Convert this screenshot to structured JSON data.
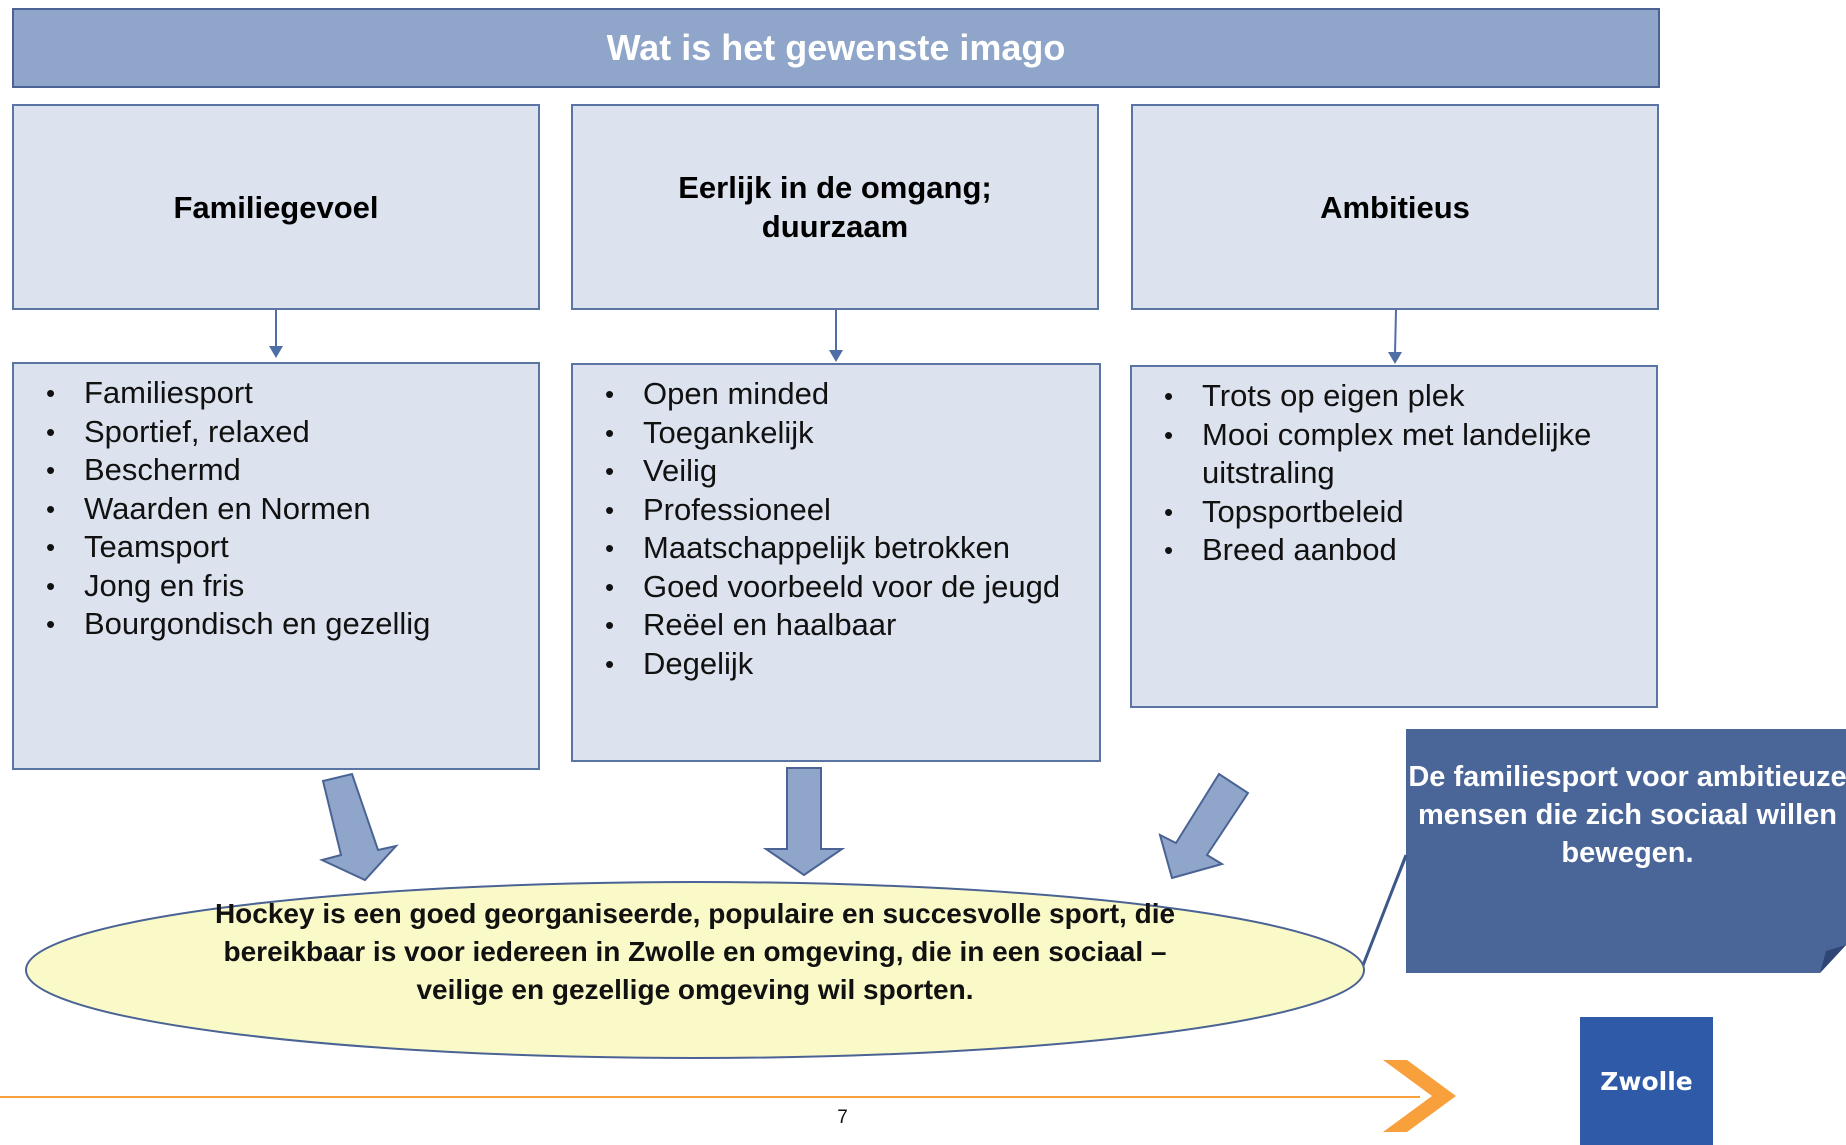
{
  "title": "Wat is het gewenste imago",
  "columns": [
    {
      "heading": "Familiegevoel",
      "items": [
        "Familiesport",
        "Sportief, relaxed",
        "Beschermd",
        "Waarden en Normen",
        "Teamsport",
        "Jong en fris",
        "Bourgondisch en gezellig"
      ]
    },
    {
      "heading": "Eerlijk in de omgang; duurzaam",
      "items": [
        "Open minded",
        "Toegankelijk",
        "Veilig",
        "Professioneel",
        "Maatschappelijk betrokken",
        "Goed voorbeeld voor de jeugd",
        "Reëel en haalbaar",
        "Degelijk"
      ]
    },
    {
      "heading": "Ambitieus",
      "items": [
        "Trots op eigen plek",
        "Mooi complex met landelijke uitstraling",
        "Topsportbeleid",
        "Breed aanbod"
      ]
    }
  ],
  "conclusion": "Hockey is een goed georganiseerde, populaire en succesvolle sport, die bereikbaar is voor iedereen in Zwolle en omgeving, die in een sociaal – veilige en gezellige omgeving wil sporten.",
  "callout": "De familiesport voor ambitieuze mensen die zich sociaal willen bewegen.",
  "page_number": "7",
  "logo_text": "Zwolle",
  "colors": {
    "title_fill": "#8fa5c9",
    "box_fill": "#dce3ee",
    "box_border": "#5a74a3",
    "ellipse_fill": "#fafac8",
    "callout_fill": "#4a6699",
    "footer_line": "#f7a03c",
    "logo_fill": "#2e5aa8"
  }
}
